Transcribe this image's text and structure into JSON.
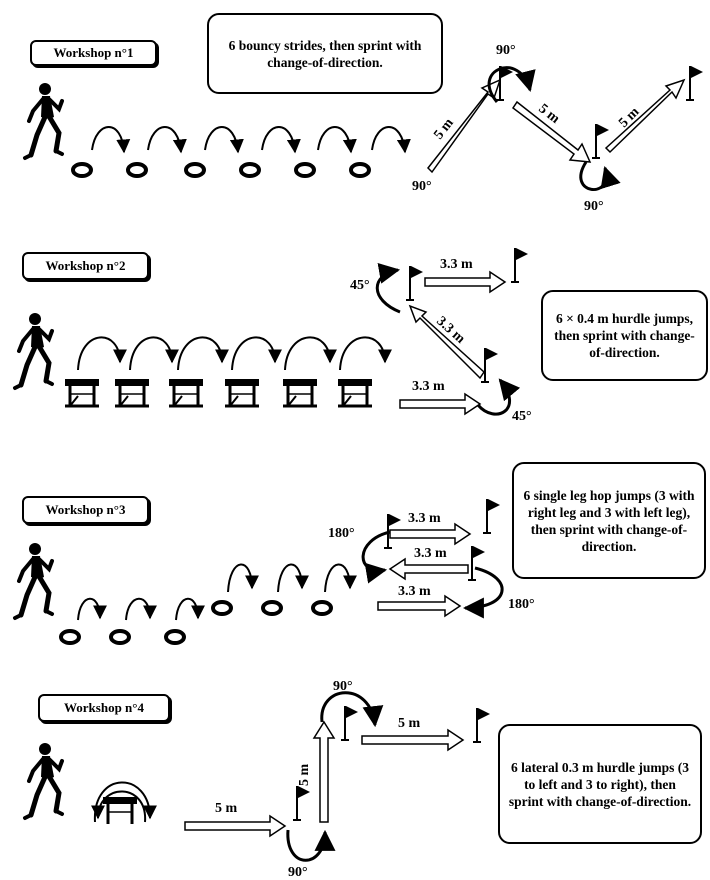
{
  "workshops": [
    {
      "title": "Workshop n°1",
      "description": "6 bouncy strides, then sprint with change-of-direction.",
      "distances": [
        "5 m",
        "5 m",
        "5 m"
      ],
      "angles": [
        "90°",
        "90°",
        "90°"
      ]
    },
    {
      "title": "Workshop n°2",
      "description": "6 × 0.4 m hurdle jumps, then sprint with change-of-direction.",
      "distances": [
        "3.3 m",
        "3.3 m",
        "3.3 m"
      ],
      "angles": [
        "45°",
        "45°"
      ]
    },
    {
      "title": "Workshop n°3",
      "description": "6 single leg hop jumps (3 with right leg and 3 with left leg), then sprint with change-of-direction.",
      "distances": [
        "3.3 m",
        "3.3 m",
        "3.3 m"
      ],
      "angles": [
        "180°",
        "180°"
      ]
    },
    {
      "title": "Workshop n°4",
      "description": "6 lateral 0.3 m hurdle jumps (3 to left and 3 to right), then sprint with change-of-direction.",
      "distances": [
        "5 m",
        "5 m",
        "5 m"
      ],
      "angles": [
        "90°",
        "90°"
      ]
    }
  ]
}
